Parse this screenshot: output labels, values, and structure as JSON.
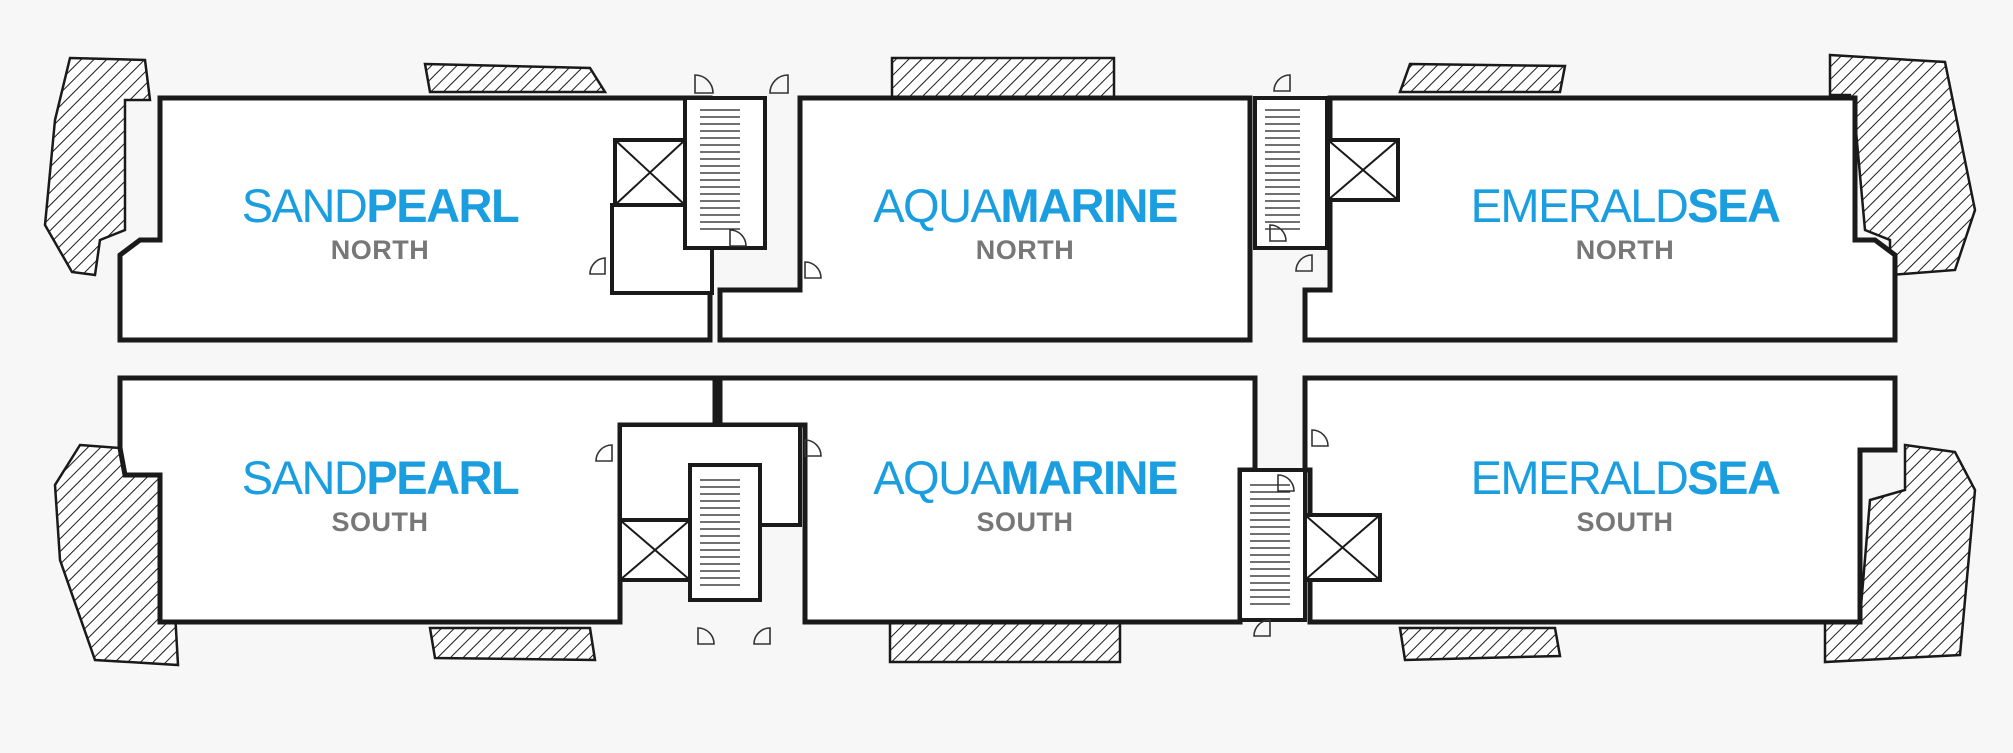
{
  "units": [
    {
      "id": "sandpearl-north",
      "name_light": "SAND",
      "name_bold": "PEARL",
      "wing": "NORTH"
    },
    {
      "id": "aquamarine-north",
      "name_light": "AQUA",
      "name_bold": "MARINE",
      "wing": "NORTH"
    },
    {
      "id": "emeraldsea-north",
      "name_light": "EMERALD",
      "name_bold": "SEA",
      "wing": "NORTH"
    },
    {
      "id": "sandpearl-south",
      "name_light": "SAND",
      "name_bold": "PEARL",
      "wing": "SOUTH"
    },
    {
      "id": "aquamarine-south",
      "name_light": "AQUA",
      "name_bold": "MARINE",
      "wing": "SOUTH"
    },
    {
      "id": "emeraldsea-south",
      "name_light": "EMERALD",
      "name_bold": "SEA",
      "wing": "SOUTH"
    }
  ],
  "colors": {
    "accent": "#1a9ee0",
    "subtitle": "#777777",
    "walls": "#1a1a1a",
    "background": "#f7f7f7"
  }
}
